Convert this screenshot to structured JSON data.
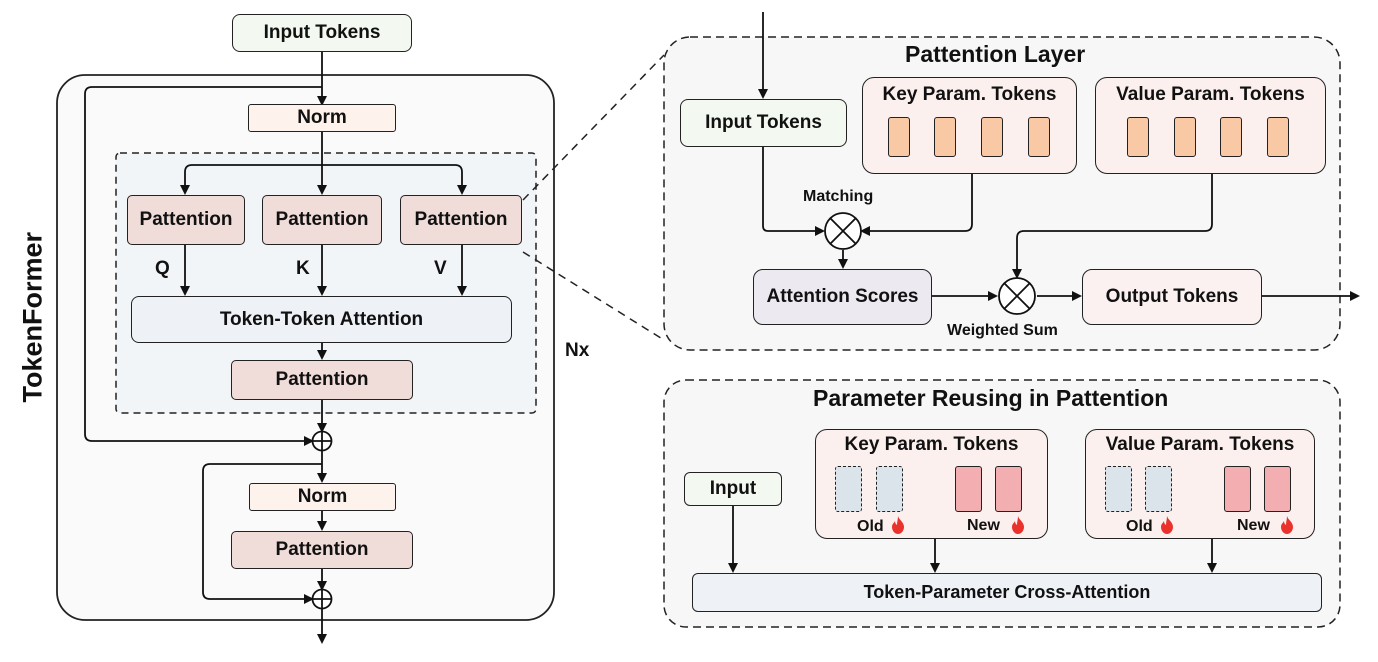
{
  "side_title": "TokenFormer",
  "repeat_label": "Nx",
  "left": {
    "input_tokens": "Input Tokens",
    "norm1": "Norm",
    "pattention_q": "Pattention",
    "pattention_k": "Pattention",
    "pattention_v": "Pattention",
    "q": "Q",
    "k": "K",
    "v": "V",
    "token_attention": "Token-Token Attention",
    "pattention_out": "Pattention",
    "norm2": "Norm",
    "pattention_ffn": "Pattention",
    "add_symbol": "⊕"
  },
  "pattention_layer": {
    "title": "Pattention Layer",
    "input_tokens": "Input Tokens",
    "key_params": "Key Param. Tokens",
    "value_params": "Value Param. Tokens",
    "matching": "Matching",
    "attention_scores": "Attention Scores",
    "weighted_sum": "Weighted Sum",
    "output_tokens": "Output Tokens",
    "multiply_symbol": "⊗"
  },
  "reusing": {
    "title": "Parameter Reusing in Pattention",
    "input": "Input",
    "key_params": "Key Param. Tokens",
    "value_params": "Value Param. Tokens",
    "old": "Old",
    "new": "New",
    "cross_attention": "Token-Parameter Cross-Attention"
  },
  "colors": {
    "norm": "#fdf3ec",
    "pattention": "#f0dcd9",
    "input": "#f3f8f0",
    "key_token": "#f8c9a4",
    "new_token": "#f2aeb0",
    "old_token": "#dbe4ea",
    "flame": "#e8322b"
  },
  "icons": [
    "flame-icon",
    "multiply-circle-icon",
    "add-circle-icon"
  ]
}
